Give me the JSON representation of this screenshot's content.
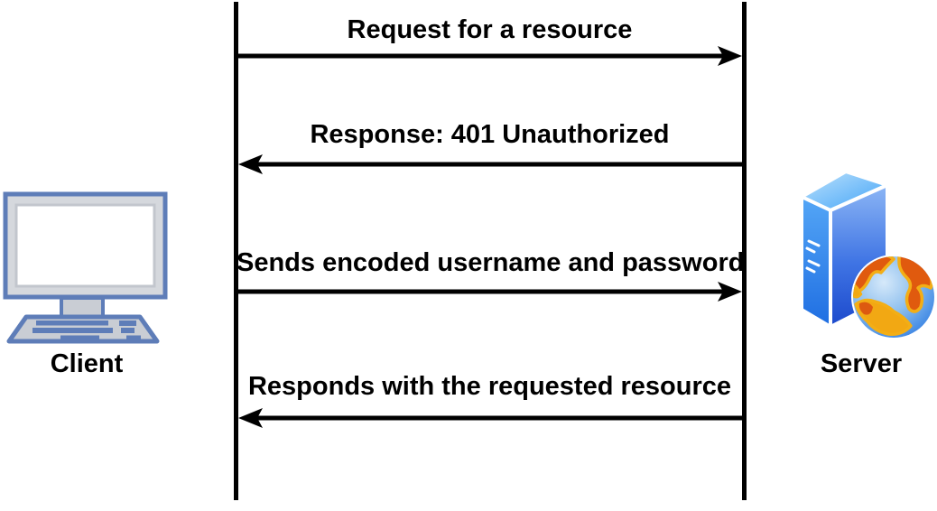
{
  "diagram": {
    "type": "sequence-diagram",
    "background": "#ffffff",
    "actors": [
      {
        "id": "client",
        "label": "Client",
        "icon": "desktop-computer-icon"
      },
      {
        "id": "server",
        "label": "Server",
        "icon": "server-globe-icon"
      }
    ],
    "messages": [
      {
        "label": "Request for a resource",
        "from": "client",
        "to": "server",
        "direction": "right"
      },
      {
        "label": "Response: 401 Unauthorized",
        "from": "server",
        "to": "client",
        "direction": "left"
      },
      {
        "label": "Sends encoded username and password",
        "from": "client",
        "to": "server",
        "direction": "right"
      },
      {
        "label": "Responds with the requested resource",
        "from": "server",
        "to": "client",
        "direction": "left"
      }
    ],
    "colors": {
      "line": "#000000",
      "text": "#000000",
      "client_outline": "#5e7db8",
      "client_body": "#ccd0d6",
      "server_top_blue": "#a9d9fb",
      "server_side_blue": "#2b7ae8",
      "server_front_blue": "#1e4fd0",
      "globe_ocean": "#4a90e6",
      "globe_land_gold": "#f2a813",
      "globe_land_dark": "#e05a0e"
    }
  }
}
